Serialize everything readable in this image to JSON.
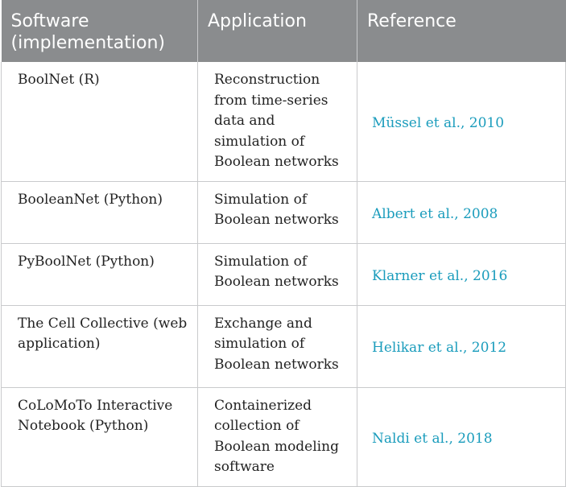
{
  "table": {
    "headers": [
      "Software (implementation)",
      "Application",
      "Reference"
    ],
    "rows": [
      {
        "software": "BoolNet (R)",
        "application": "Reconstruction from time-series data and simulation of Boolean networks",
        "reference": "Müssel et al., 2010"
      },
      {
        "software": "BooleanNet (Python)",
        "application": "Simulation of Boolean networks",
        "reference": "Albert et al., 2008"
      },
      {
        "software": "PyBoolNet (Python)",
        "application": "Simulation of Boolean networks",
        "reference": "Klarner et al., 2016"
      },
      {
        "software": "The Cell Collective (web application)",
        "application": "Exchange and simulation of Boolean networks",
        "reference": "Helikar et al., 2012"
      },
      {
        "software": "CoLoMoTo Interactive Notebook (Python)",
        "application": "Containerized collection of Boolean modeling software",
        "reference": "Naldi et al., 2018"
      }
    ]
  },
  "colors": {
    "header_bg": "#8a8c8e",
    "header_text": "#ffffff",
    "link": "#1a9cbc",
    "border": "#c9cacc"
  }
}
